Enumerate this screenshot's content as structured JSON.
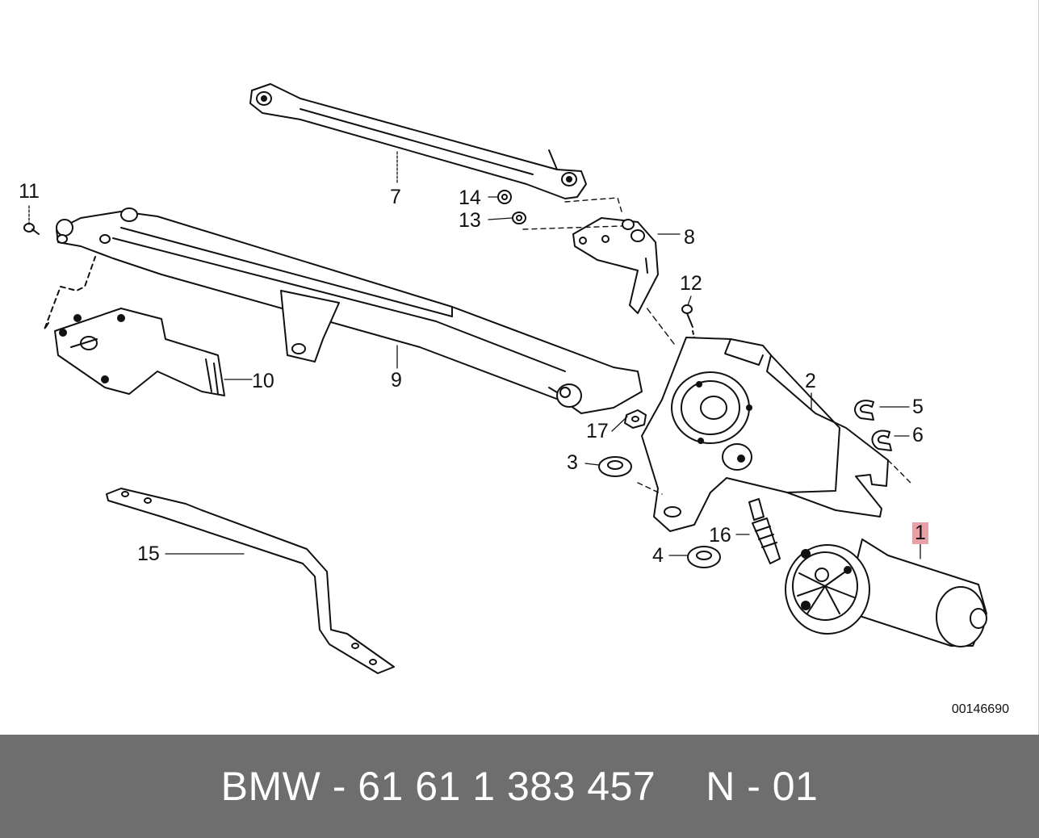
{
  "diagram": {
    "drawing_number": "00146690",
    "highlighted_part": "1",
    "callouts": [
      {
        "id": "c1",
        "label": "1"
      },
      {
        "id": "c2",
        "label": "2"
      },
      {
        "id": "c3",
        "label": "3"
      },
      {
        "id": "c4",
        "label": "4"
      },
      {
        "id": "c5",
        "label": "5"
      },
      {
        "id": "c6",
        "label": "6"
      },
      {
        "id": "c7",
        "label": "7"
      },
      {
        "id": "c8",
        "label": "8"
      },
      {
        "id": "c9",
        "label": "9"
      },
      {
        "id": "c10",
        "label": "10"
      },
      {
        "id": "c11",
        "label": "11"
      },
      {
        "id": "c12",
        "label": "12"
      },
      {
        "id": "c13",
        "label": "13"
      },
      {
        "id": "c14",
        "label": "14"
      },
      {
        "id": "c15",
        "label": "15"
      },
      {
        "id": "c16",
        "label": "16"
      },
      {
        "id": "c17",
        "label": "17"
      }
    ]
  },
  "footer": {
    "part_text": "BMW - 61 61 1 383 457",
    "position_text": "N - 01"
  },
  "colors": {
    "highlight": "#e8a0a6",
    "footer_bg": "#6e6e6e",
    "footer_text": "#ffffff",
    "line": "#111111"
  }
}
